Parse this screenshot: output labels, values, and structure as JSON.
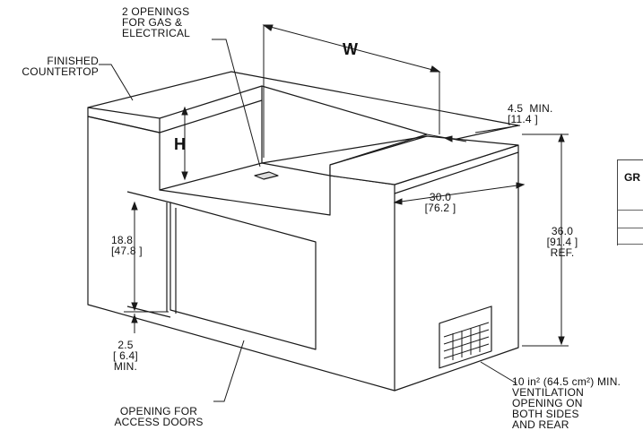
{
  "labels": {
    "gas_opening": "2 OPENINGS\nFOR GAS &\nELECTRICAL",
    "countertop": "FINISHED\nCOUNTERTOP",
    "width": "W",
    "height": "H",
    "min_gap": "4.5  MIN.\n[11.4 ]",
    "depth": "30.0\n[76.2 ]",
    "overall_height": "36.0\n[91.4 ]\nREF.",
    "door_height": "18.8\n[47.8 ]",
    "base_gap": "2.5\n[ 6.4]\nMIN.",
    "access_doors": "OPENING FOR\nACCESS DOORS",
    "ventilation": "10 in² (64.5 cm²) MIN.\nVENTILATION\nOPENING ON\nBOTH SIDES\nAND REAR",
    "table_header": "GR"
  },
  "colors": {
    "line": "#1a1a1a",
    "fill": "#ffffff",
    "shade": "#f2f2f2"
  }
}
